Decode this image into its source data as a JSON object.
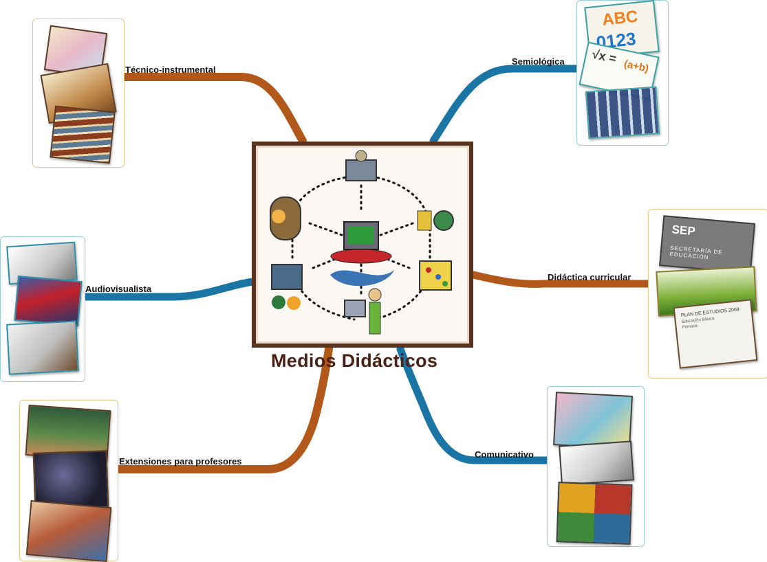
{
  "title": "Medios Didácticos",
  "branches": {
    "tecnico": "Técnico-instrumental",
    "semiologica": "Semiológica",
    "audiovisualista": "Audiovisualista",
    "didactica": "Didáctica curricular",
    "extensiones": "Extensiones para profesores",
    "comunicativo": "Comunicativo"
  },
  "card_text": {
    "abc": "ABC",
    "nums": "0123",
    "sep": "SEP",
    "secretaria": "SECRETARÍA DE EDUCACIÓN",
    "plan": "PLAN DE ESTUDIOS 2009",
    "educacion": "Educación Básica",
    "primaria": "Primaria",
    "math": "(a+b)"
  },
  "colors": {
    "orange_branch": "#b2581a",
    "blue_branch": "#1a74a4",
    "frame": "#5a3320",
    "title": "#4a1f16"
  }
}
